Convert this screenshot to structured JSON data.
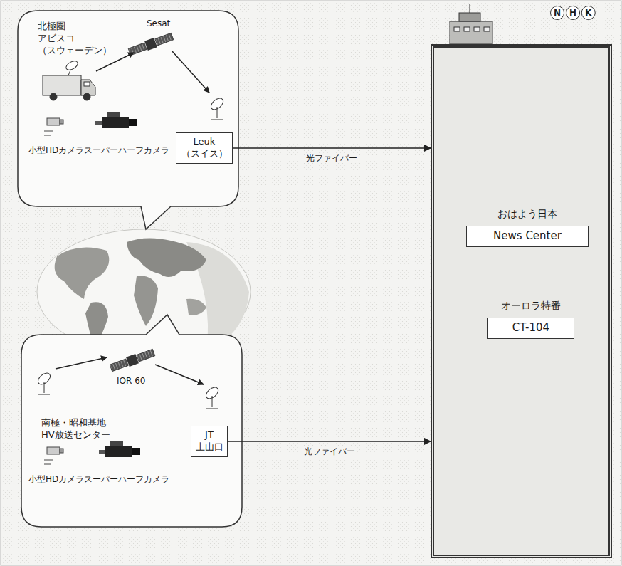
{
  "diagram": {
    "nodes": [
      {
        "text": [
          "北極圏 アビスコ （スウェーデン）"
        ]
      },
      {
        "text": [
          "Leuk （スイス）"
        ],
        "in": 0
      },
      {
        "text": [
          "南極・昭和基地 HV放送センター"
        ]
      },
      {
        "text": [
          "JT 上山口"
        ],
        "in": 2
      },
      {
        "text": [
          "NHK"
        ]
      },
      {
        "text": [
          "おはよう日本",
          "News Center"
        ],
        "in": 4
      },
      {
        "text": [
          "オーロラ特番",
          "CT-104"
        ],
        "in": 4
      }
    ],
    "edges": [
      {
        "from": 1,
        "to": 4,
        "arrow": "to",
        "label": "光ファイバー"
      },
      {
        "from": 3,
        "to": 4,
        "arrow": "to",
        "label": "光ファイバー"
      }
    ],
    "labels": [
      "Sesat",
      "IOR 60",
      "小型HDカメラ",
      "スーパーハーフカメラ",
      "小型HDカメラ",
      "スーパーハーフカメラ"
    ]
  }
}
